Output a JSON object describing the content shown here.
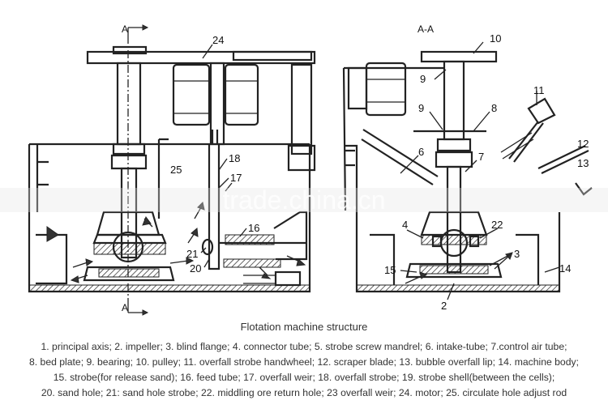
{
  "watermark": "trade.china.cn",
  "section_marks": {
    "left_top": "A",
    "left_bottom": "A",
    "right_title": "A-A"
  },
  "labels": {
    "n24": "24",
    "n25": "25",
    "n18": "18",
    "n17": "17",
    "n16": "16",
    "n21": "21",
    "n20": "20",
    "n10": "10",
    "n9a": "9",
    "n9b": "9",
    "n8": "8",
    "n11": "11",
    "n12": "12",
    "n13": "13",
    "n6": "6",
    "n7": "7",
    "n4": "4",
    "n22": "22",
    "n3": "3",
    "n15": "15",
    "n14": "14",
    "n2": "2"
  },
  "caption": {
    "title": "Flotation machine structure",
    "lines": [
      "1. principal axis; 2. impeller; 3. blind flange; 4. connector  tube; 5. strobe screw mandrel; 6. intake-tube; 7.control air tube;",
      "8. bed plate; 9. bearing; 10. pulley; 11. overfall strobe handwheel; 12. scraper blade; 13. bubble overfall lip; 14. machine body;",
      "15. strobe(for release sand); 16. feed tube; 17. overfall weir; 18. overfall strobe; 19. strobe shell(between the cells);",
      "20. sand hole; 21: sand hole strobe; 22. middling ore return hole; 23 overfall weir; 24. motor; 25. circulate hole adjust rod"
    ]
  }
}
